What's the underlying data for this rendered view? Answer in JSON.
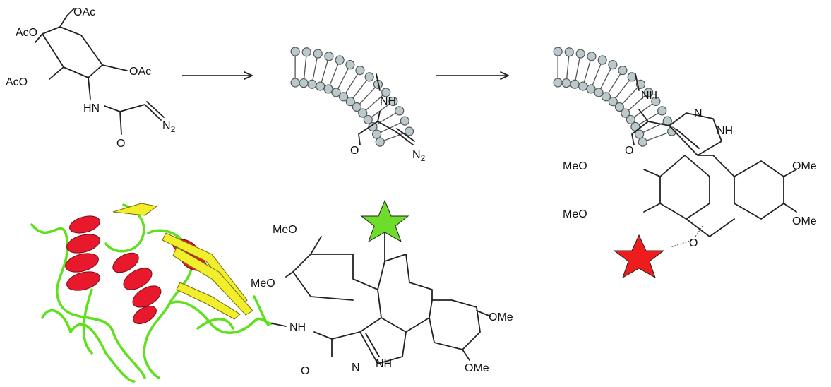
{
  "labels": {
    "sugar_oac_top": "OAc",
    "sugar_aco_top": "AcO",
    "sugar_aco_left": "AcO",
    "sugar_oac_right": "OAc",
    "sugar_hn": "HN",
    "sugar_n2": "N",
    "sugar_n2_sub": "2",
    "sugar_o": "O",
    "mid_nh": "NH",
    "mid_o": "O",
    "mid_n2": "N",
    "mid_n2_sub": "2",
    "right_nh": "NH",
    "right_o": "O",
    "right_n": "N",
    "right_nh2": "NH",
    "right_meo1": "MeO",
    "right_meo2": "MeO",
    "right_ome1": "OMe",
    "right_ome2": "OMe",
    "right_ring_o": "O",
    "bottom_meo1": "MeO",
    "bottom_meo2": "MeO",
    "bottom_ome1": "OMe",
    "bottom_ome2": "OMe",
    "bottom_nh": "NH",
    "bottom_o": "O",
    "bottom_n": "N",
    "bottom_nh2": "NH"
  },
  "colors": {
    "membrane_bead": "#b9c9cc",
    "red_star": "#ee1c1c",
    "green_star": "#6ddc2a",
    "helix": "#e8192c",
    "sheet": "#f2ee2c",
    "loop": "#5fe01c"
  }
}
